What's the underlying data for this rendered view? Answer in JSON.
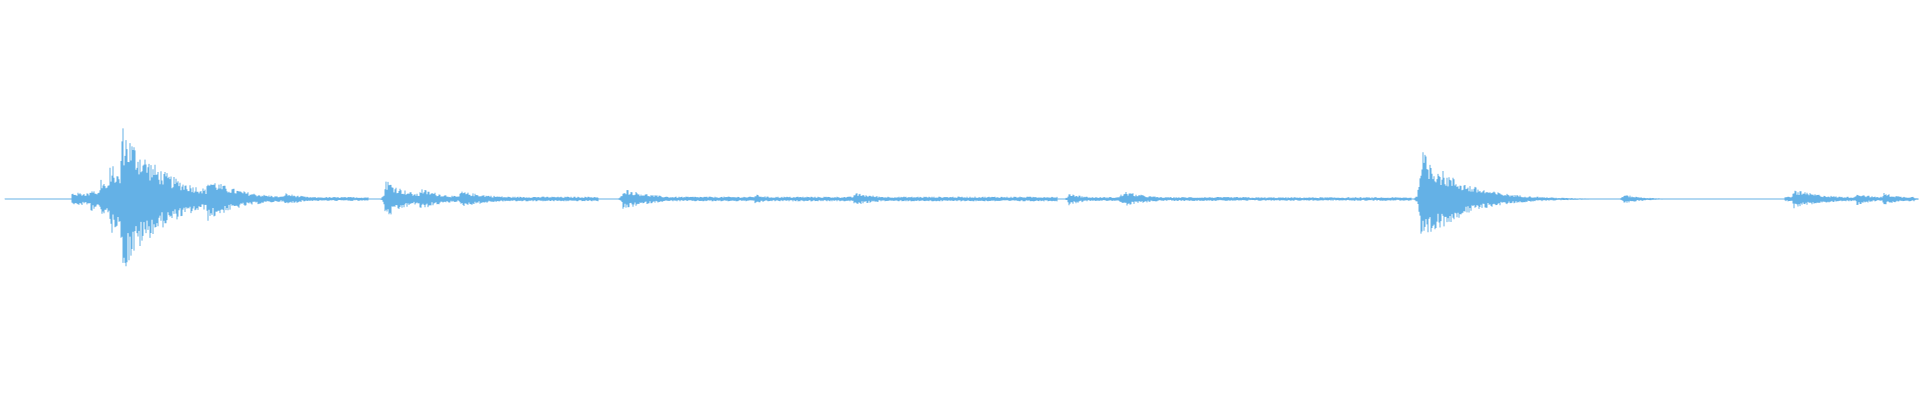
{
  "waveform": {
    "color": "#64b1e6",
    "background": "#ffffff",
    "events": [
      {
        "t": 0.045,
        "amp": 0.16,
        "decay": 0.006
      },
      {
        "t": 0.05,
        "amp": 0.28,
        "decay": 0.008
      },
      {
        "t": 0.055,
        "amp": 0.48,
        "decay": 0.01
      },
      {
        "t": 0.061,
        "amp": 0.96,
        "decay": 0.022
      },
      {
        "t": 0.106,
        "amp": 0.28,
        "decay": 0.018
      },
      {
        "t": 0.146,
        "amp": 0.08,
        "decay": 0.012
      },
      {
        "t": 0.199,
        "amp": 0.26,
        "decay": 0.012
      },
      {
        "t": 0.217,
        "amp": 0.14,
        "decay": 0.014
      },
      {
        "t": 0.238,
        "amp": 0.1,
        "decay": 0.02
      },
      {
        "t": 0.323,
        "amp": 0.14,
        "decay": 0.016
      },
      {
        "t": 0.392,
        "amp": 0.06,
        "decay": 0.01
      },
      {
        "t": 0.444,
        "amp": 0.08,
        "decay": 0.016
      },
      {
        "t": 0.585,
        "amp": 0.1,
        "decay": 0.014
      },
      {
        "t": 0.583,
        "amp": 0.06,
        "decay": 0.01
      },
      {
        "t": 0.738,
        "amp": 0.06,
        "decay": 0.012
      },
      {
        "t": 0.556,
        "amp": 0.08,
        "decay": 0.01
      },
      {
        "t": 0.584,
        "amp": 0.07,
        "decay": 0.018
      },
      {
        "t": 0.74,
        "amp": 0.64,
        "decay": 0.02
      },
      {
        "t": 0.846,
        "amp": 0.06,
        "decay": 0.01
      },
      {
        "t": 0.935,
        "amp": 0.12,
        "decay": 0.018
      },
      {
        "t": 0.968,
        "amp": 0.08,
        "decay": 0.01
      },
      {
        "t": 0.982,
        "amp": 0.08,
        "decay": 0.01
      }
    ],
    "noise_floor": 0.006,
    "regions": [
      {
        "start": 0.035,
        "end": 0.075,
        "level": 0.08
      },
      {
        "start": 0.106,
        "end": 0.19,
        "level": 0.025
      },
      {
        "start": 0.217,
        "end": 0.31,
        "level": 0.03
      },
      {
        "start": 0.323,
        "end": 0.55,
        "level": 0.03
      },
      {
        "start": 0.555,
        "end": 0.65,
        "level": 0.025
      },
      {
        "start": 0.585,
        "end": 0.735,
        "level": 0.022
      },
      {
        "start": 0.74,
        "end": 0.93,
        "level": 0.006
      },
      {
        "start": 0.93,
        "end": 0.998,
        "level": 0.03
      }
    ]
  }
}
